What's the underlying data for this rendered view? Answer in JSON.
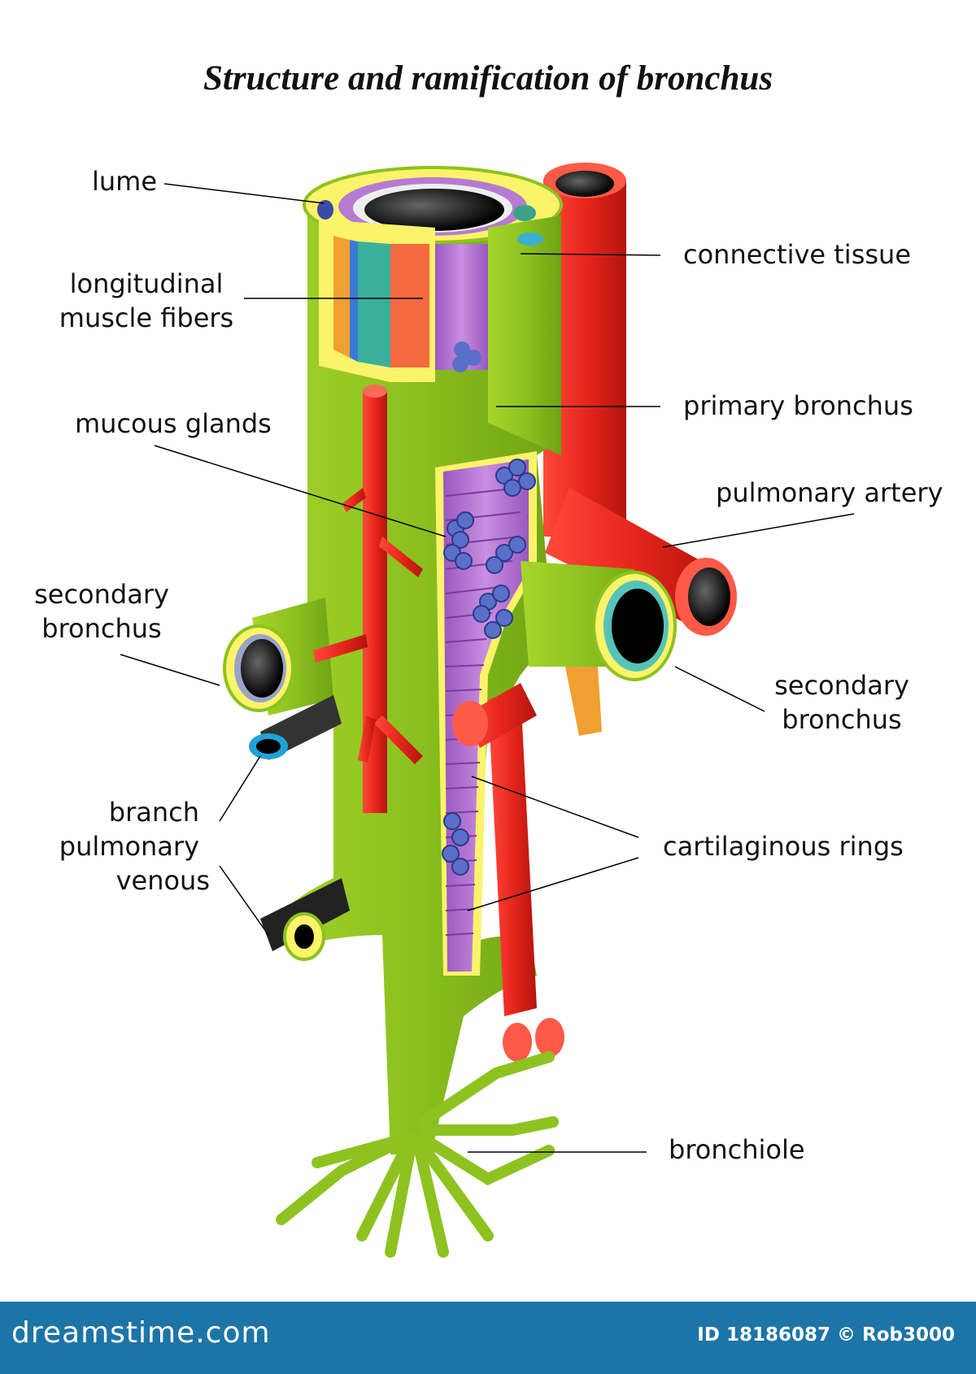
{
  "title": "Structure and ramification of bronchus",
  "labels": {
    "lume": "lume",
    "longitudinal_1": "longitudinal",
    "longitudinal_2": "muscle fibers",
    "mucous_glands": "mucous glands",
    "secondary_left_1": "secondary",
    "secondary_left_2": "bronchus",
    "branch_1": "branch",
    "branch_2": "pulmonary",
    "branch_3": "venous",
    "connective_tissue": "connective tissue",
    "primary_bronchus": "primary bronchus",
    "pulmonary_artery": "pulmonary artery",
    "secondary_right_1": "secondary",
    "secondary_right_2": "bronchus",
    "cartilaginous_rings": "cartilaginous rings",
    "bronchiole": "bronchiole"
  },
  "footer": {
    "site": "dreamstime.com",
    "credit": "ID 18186087 © Rob3000"
  },
  "colors": {
    "bronchus_green": "#8dc21f",
    "artery_red": "#e8261c",
    "cartilage_purple": "#b57bd1",
    "footer_blue": "#1d74a6"
  }
}
